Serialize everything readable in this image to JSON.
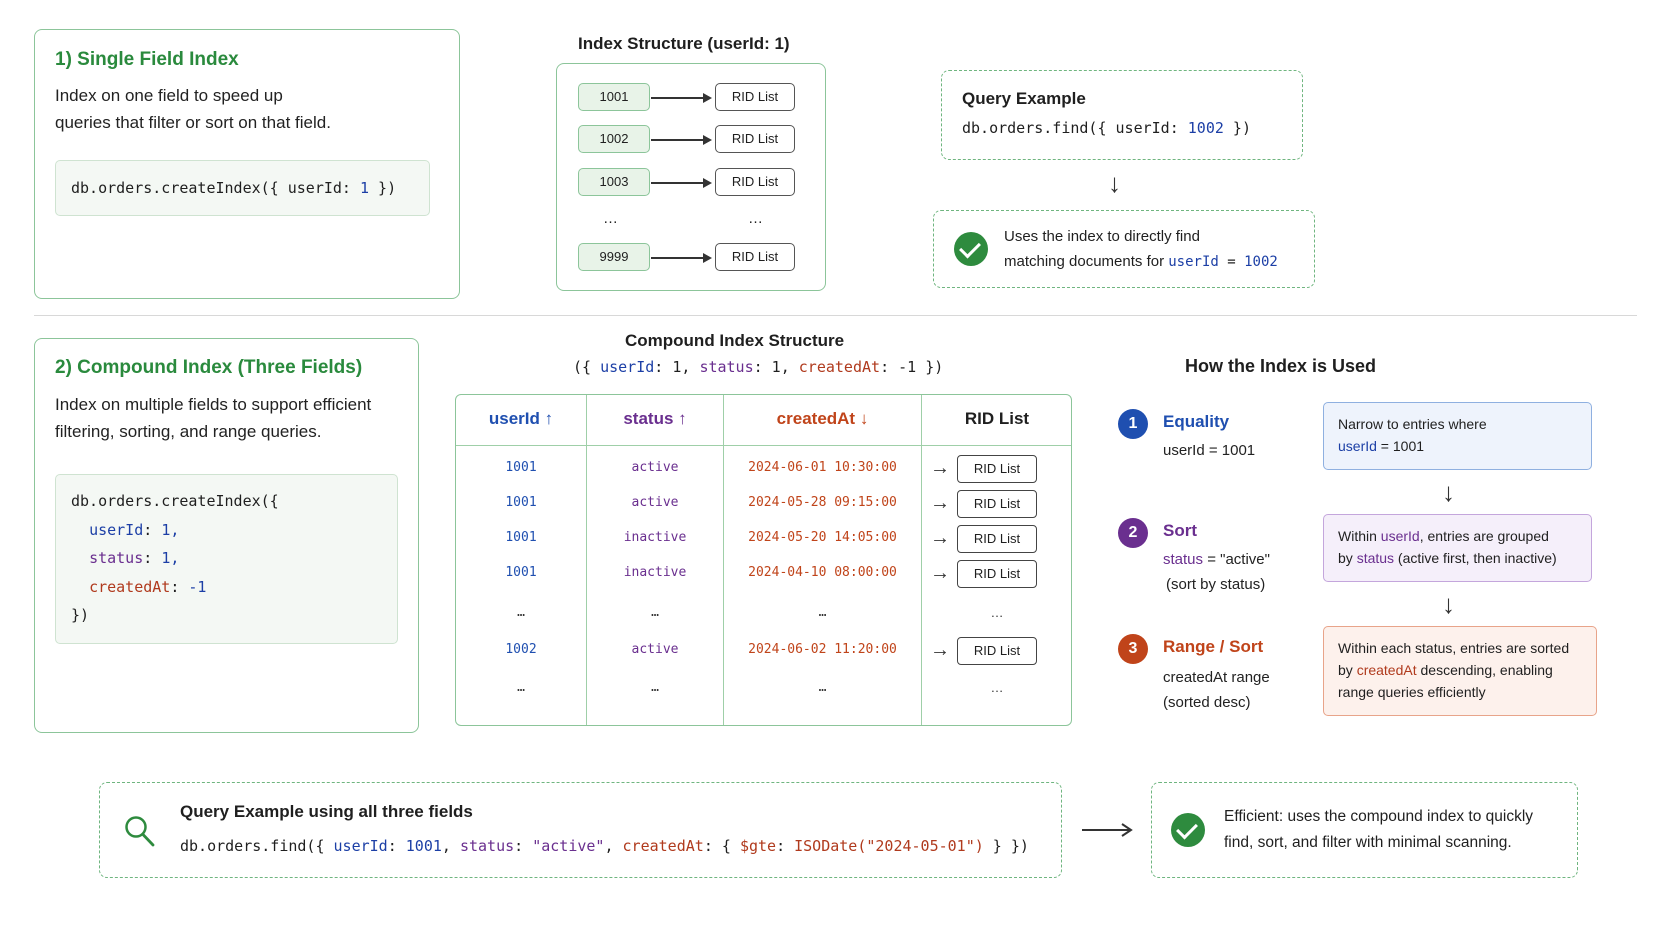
{
  "single": {
    "title": "1) Single Field Index",
    "desc_line1": "Index on one field to speed up",
    "desc_line2": "queries that filter or sort on that field.",
    "code": {
      "prefix": "db.orders.createIndex({ userId: ",
      "value": "1",
      "suffix": " })"
    }
  },
  "index_structure": {
    "title": "Index Structure (userId: 1)",
    "rows": [
      {
        "key": "1001",
        "rid": "RID List"
      },
      {
        "key": "1002",
        "rid": "RID List"
      },
      {
        "key": "1003",
        "rid": "RID List"
      },
      {
        "key": "…",
        "rid": "…"
      },
      {
        "key": "9999",
        "rid": "RID List"
      }
    ]
  },
  "query1": {
    "title": "Query Example",
    "code": {
      "prefix": "db.orders.find({ userId: ",
      "value": "1002",
      "suffix": " })"
    },
    "result_line1": "Uses the index to directly find",
    "result_line2_prefix": "matching documents for ",
    "result_field": "userId",
    "result_eq": " = ",
    "result_value": "1002"
  },
  "compound": {
    "title": "2) Compound Index (Three Fields)",
    "desc_line1": "Index on multiple fields to support efficient",
    "desc_line2": "filtering, sorting, and range queries.",
    "code": {
      "line1": "db.orders.createIndex({",
      "k1": "userId",
      "v1": "1,",
      "k2": "status",
      "v2": "1,",
      "k3": "createdAt",
      "v3": "-1",
      "end": "})"
    }
  },
  "compound_structure": {
    "title": "Compound Index Structure",
    "subtitle": {
      "open": "({ ",
      "k1": "userId",
      "v1": ": 1, ",
      "k2": "status",
      "v2": ": 1, ",
      "k3": "createdAt",
      "v3": ": -1",
      "close": " })"
    },
    "headers": {
      "userId": "userId ↑",
      "status": "status ↑",
      "createdAt": "createdAt ↓",
      "rid": "RID List"
    },
    "rows": [
      {
        "userId": "1001",
        "status": "active",
        "createdAt": "2024-06-01 10:30:00",
        "rid": "RID List"
      },
      {
        "userId": "1001",
        "status": "active",
        "createdAt": "2024-05-28 09:15:00",
        "rid": "RID List"
      },
      {
        "userId": "1001",
        "status": "inactive",
        "createdAt": "2024-05-20 14:05:00",
        "rid": "RID List"
      },
      {
        "userId": "1001",
        "status": "inactive",
        "createdAt": "2024-04-10 08:00:00",
        "rid": "RID List"
      },
      {
        "userId": "…",
        "status": "…",
        "createdAt": "…",
        "rid": "…"
      },
      {
        "userId": "1002",
        "status": "active",
        "createdAt": "2024-06-02 11:20:00",
        "rid": "RID List"
      },
      {
        "userId": "…",
        "status": "…",
        "createdAt": "…",
        "rid": "…"
      }
    ]
  },
  "usage": {
    "title": "How the Index is Used",
    "steps": [
      {
        "num": "1",
        "title": "Equality",
        "sub1": "userId = 1001",
        "color": "#1f4fb0",
        "note_line1": "Narrow to entries where",
        "note_field": "userId",
        "note_rest": " = 1001"
      },
      {
        "num": "2",
        "title": "Sort",
        "sub1_field": "status",
        "sub1_rest": " = \"active\"",
        "sub2": "(sort by status)",
        "color": "#6a2f8f",
        "note_a": "Within ",
        "note_field1": "userId",
        "note_b": ", entries are grouped",
        "note_c": "by ",
        "note_field2": "status",
        "note_d": " (active first, then inactive)"
      },
      {
        "num": "3",
        "title": "Range / Sort",
        "sub1": "createdAt range",
        "sub2": "(sorted desc)",
        "color": "#c0441a",
        "note_line1": "Within each status, entries are sorted",
        "note_a": "by ",
        "note_field": "createdAt",
        "note_b": " descending, enabling",
        "note_line3": "range queries efficiently"
      }
    ]
  },
  "query2": {
    "title": "Query Example using all three fields",
    "code": {
      "p1": "db.orders.find({ ",
      "k1": "userId",
      "s1": ": ",
      "v1": "1001",
      "s2": ", ",
      "k2": "status",
      "s3": ": ",
      "v2": "\"active\"",
      "s4": ", ",
      "k3": "createdAt",
      "s5": ": { ",
      "op": "$gte",
      "s6": ": ",
      "fn": "ISODate(\"2024-05-01\")",
      "end": " } })"
    },
    "result_line1": "Efficient: uses the compound index to quickly",
    "result_line2": "find, sort, and filter with minimal scanning."
  },
  "colors": {
    "green": "#2a8a3d",
    "blue": "#1f4fb0",
    "purple": "#6a2f8f",
    "orange": "#c0441a"
  }
}
